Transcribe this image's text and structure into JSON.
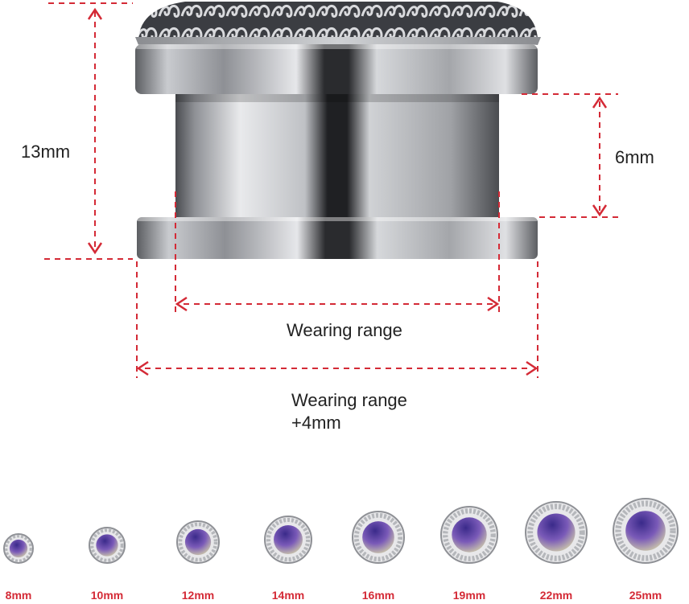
{
  "dimensions": {
    "height_label": "13mm",
    "groove_label": "6mm",
    "range_label": "Wearing range",
    "range_plus_label_line1": "Wearing range",
    "range_plus_label_line2": "+4mm"
  },
  "sizes": [
    "8mm",
    "10mm",
    "12mm",
    "14mm",
    "16mm",
    "19mm",
    "22mm",
    "25mm"
  ],
  "colors": {
    "dimension_line": "#d42a36",
    "size_label": "#d42a36",
    "text": "#222222",
    "gem_top": "#3a2a8a",
    "gem_bottom": "#d8d7a8"
  },
  "icons": [
    "filigree-plug-icon"
  ]
}
